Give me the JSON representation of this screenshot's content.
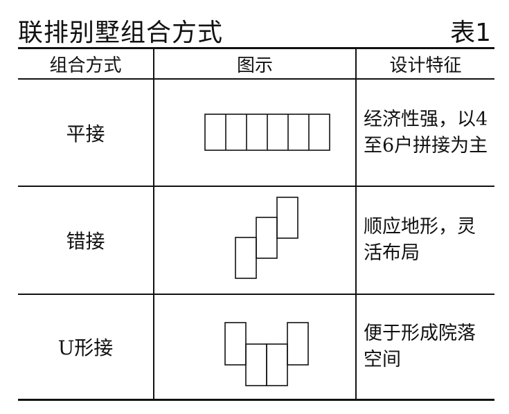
{
  "title": "联排别墅组合方式",
  "table_no": "表1",
  "headers": [
    "组合方式",
    "图示",
    "设计特征"
  ],
  "rows": [
    {
      "name": "平接",
      "diagram": "flat-join-diagram",
      "feature": "经济性强，以4至6户拼接为主"
    },
    {
      "name": "错接",
      "diagram": "staggered-join-diagram",
      "feature": "顺应地形，灵活布局"
    },
    {
      "name": "U形接",
      "diagram": "u-shape-join-diagram",
      "feature": "便于形成院落空间"
    }
  ]
}
